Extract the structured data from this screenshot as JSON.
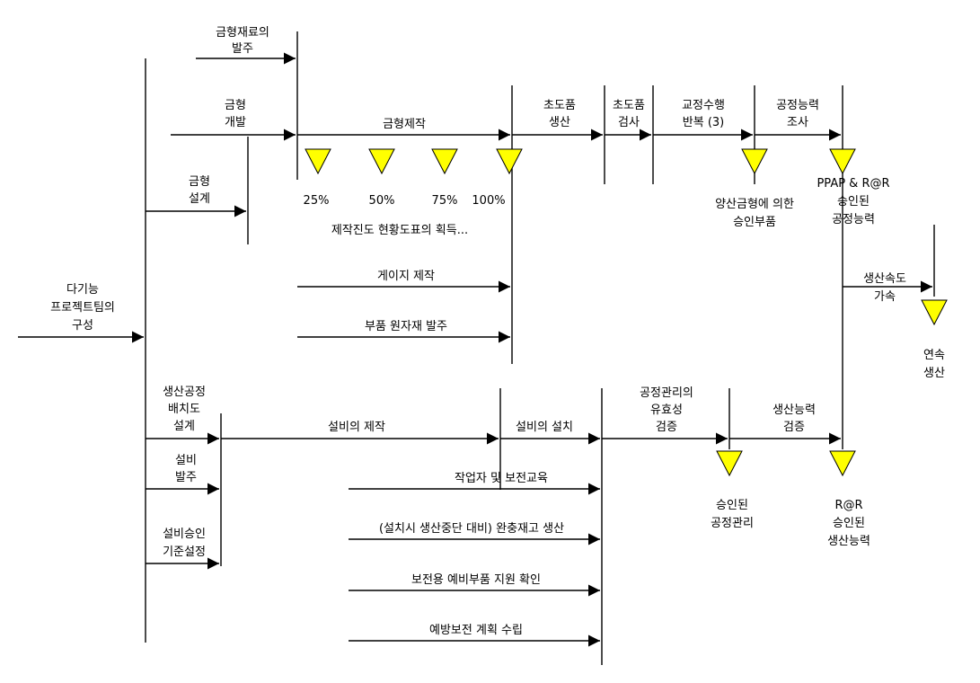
{
  "colors": {
    "milestone_fill": "#ffff00",
    "line": "#000000",
    "background": "#ffffff"
  },
  "team": [
    "다기능",
    "프로젝트팀의",
    "구성"
  ],
  "mold": {
    "material_order": [
      "금형재료의",
      "발주"
    ],
    "development": [
      "금형",
      "개발"
    ],
    "design": [
      "금형",
      "설계"
    ],
    "fabrication": "금형제작",
    "progress_labels": [
      "25%",
      "50%",
      "75%",
      "100%"
    ],
    "progress_note": "제작진도 현황도표의 획득...",
    "gauge": "게이지 제작",
    "parts_order": "부품 원자재 발주"
  },
  "sample": {
    "production": [
      "초도품",
      "생산"
    ],
    "inspection": [
      "초도품",
      "검사"
    ],
    "calibration": [
      "교정수행",
      "반복 (3)"
    ],
    "capability_survey": [
      "공정능력",
      "조사"
    ],
    "approved_parts": [
      "양산금형에 의한",
      "승인부품"
    ],
    "ppap": [
      "PPAP & R@R",
      "승인된",
      "공정능력"
    ]
  },
  "rate": {
    "accelerate": [
      "생산속도",
      "가속"
    ],
    "continuous": [
      "연속",
      "생산"
    ]
  },
  "process": {
    "layout_design": [
      "생산공정",
      "배치도",
      "설계"
    ],
    "equipment_order": [
      "설비",
      "발주"
    ],
    "approval_criteria": [
      "설비승인",
      "기준설정"
    ],
    "equipment_make": "설비의 제작",
    "equipment_install": "설비의 설치",
    "worker_training": "작업자 및 보전교육",
    "inventory": "(설치시 생산중단 대비) 완충재고 생산",
    "spare_parts": "보전용 예비부품 지원 확인",
    "preventive_plan": "예방보전 계획 수립",
    "control_validation": [
      "공정관리의",
      "유효성",
      "검증"
    ],
    "capacity_validation": [
      "생산능력",
      "검증"
    ],
    "approved_control": [
      "승인된",
      "공정관리"
    ],
    "approved_capacity": [
      "R@R",
      "승인된",
      "생산능력"
    ]
  }
}
